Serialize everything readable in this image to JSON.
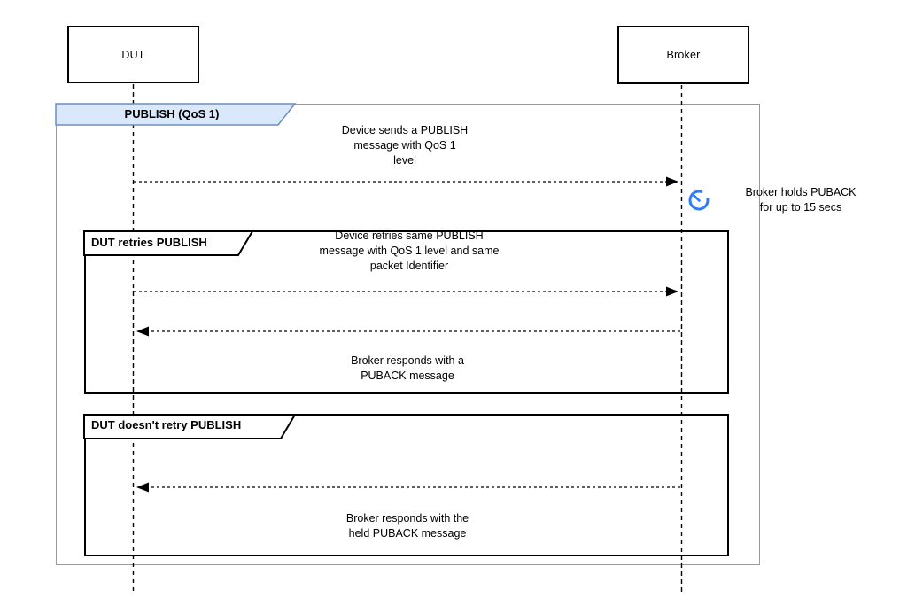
{
  "diagram_type": "sequence-diagram",
  "actors": [
    {
      "label": "DUT"
    },
    {
      "label": "Broker"
    }
  ],
  "outer_frame": {
    "label": "PUBLISH (QoS 1)"
  },
  "frames": [
    {
      "label": "DUT retries PUBLISH"
    },
    {
      "label": "DUT doesn't retry PUBLISH"
    }
  ],
  "messages": [
    {
      "from": "DUT",
      "to": "Broker",
      "text": "Device sends a PUBLISH\nmessage with QoS 1\nlevel"
    },
    {
      "from": "DUT",
      "to": "Broker",
      "text": "Device retries same PUBLISH\nmessage with QoS 1 level and same\npacket Identifier"
    },
    {
      "from": "Broker",
      "to": "DUT",
      "text": "Broker responds with a\nPUBACK message"
    },
    {
      "from": "Broker",
      "to": "DUT",
      "text": "Broker responds with the\nheld PUBACK message"
    }
  ],
  "note": {
    "icon": "timer-icon",
    "text": "Broker holds PUBACK\nfor up to 15 secs"
  },
  "colors": {
    "frame_header_fill": "#dae8fc",
    "frame_header_stroke": "#6c8ebf",
    "outer_frame_stroke": "#7e9ed0",
    "inner_frame_stroke": "#000000",
    "timer_icon": "#2e7cf6",
    "text": "#000000"
  }
}
